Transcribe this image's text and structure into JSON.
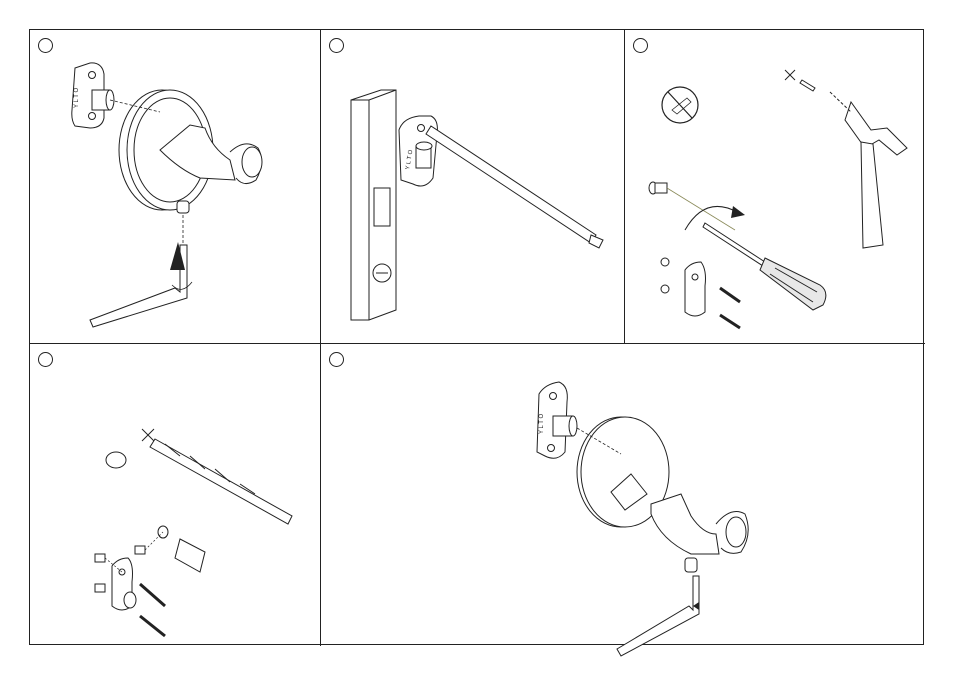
{
  "colors": {
    "line": "#222222",
    "fill": "#ffffff",
    "shade": "#dcdcdc",
    "guide": "#8a8a5a"
  },
  "panels": [
    {
      "step": "",
      "content": "mount-hook-with-set-screw"
    },
    {
      "step": "",
      "content": "mark-with-template"
    },
    {
      "step": "",
      "content": "tools"
    },
    {
      "step": "",
      "content": "drill-and-anchor"
    },
    {
      "step": "",
      "content": "final-assembly"
    }
  ],
  "bracket_marking": "Y L T O"
}
